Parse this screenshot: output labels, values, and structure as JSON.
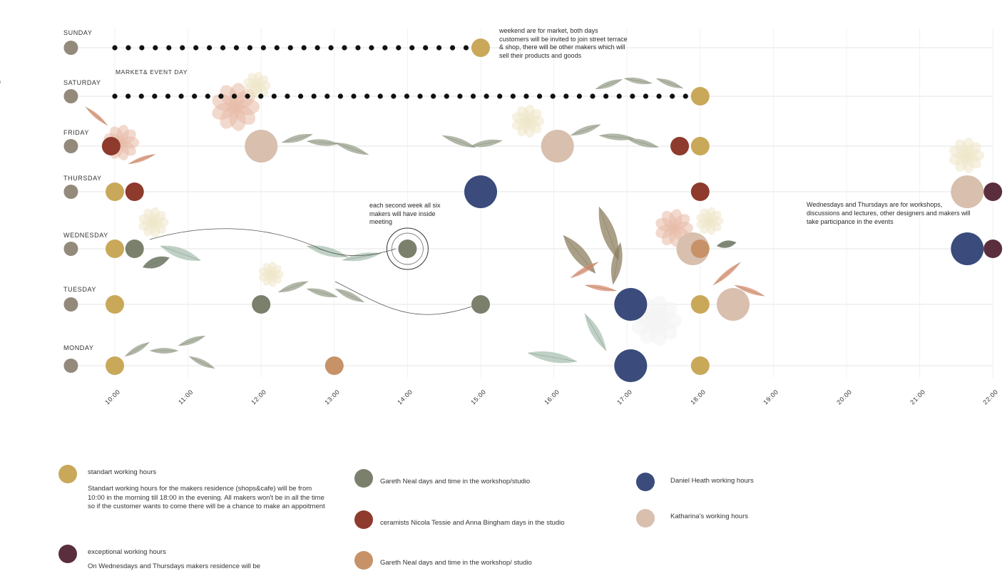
{
  "colors": {
    "standard": "#c9a85a",
    "gareth_green": "#7b806c",
    "ceramist": "#8e3a2c",
    "gareth_orange": "#c79267",
    "daniel": "#3a4b7c",
    "katharina": "#d8bfae",
    "exceptional": "#5b2e3d",
    "grey_start": "#948a7c",
    "gridline": "#e4e4e4"
  },
  "days": [
    "SUNDAY",
    "SATURDAY",
    "FRIDAY",
    "THURSDAY",
    "WEDNESDAY",
    "TUESDAY",
    "MONDAY"
  ],
  "times": [
    "10:00",
    "11:00",
    "12:00",
    "13:00",
    "14:00",
    "15:00",
    "16:00",
    "17:00",
    "18:00",
    "19:00",
    "20:00",
    "21:00",
    "22:00"
  ],
  "edge_fragment": "s",
  "annotations": {
    "market_day": "MARKET& EVENT DAY",
    "weekend_note": "weekend are for market, both days customers will be invited to join street terrace & shop, there will be other makers which will sell their products and goods",
    "meeting_note": "each second week all six makers will have inside meeting",
    "workshop_note": "Wednesdays and Thursdays are for workshops, discussions and lectures, other designers and makers will take participance in the events"
  },
  "legend": {
    "standard_label": "standart working hours",
    "standard_desc": "Standart working hours for the makers residence (shops&cafe) will be from 10:00 in the morning till 18:00 in the evening. All makers won't be in all the time so if the customer wants to come there will be a chance to make an appoitment",
    "exceptional_label": "exceptional working hours",
    "exceptional_desc": "On Wednesdays and Thursdays makers residence will be",
    "gareth_green_label": "Gareth Neal days and time in the workshop/studio",
    "ceramist_label": "ceramists Nicola Tessie and Anna Bingham days in the studio",
    "gareth_orange_label": "Gareth Neal days and time in the workshop/ studio",
    "daniel_label": "Daniel Heath working hours",
    "katharina_label": "Katharina's working hours"
  },
  "chart_data": {
    "type": "timeline",
    "rows": [
      "SUNDAY",
      "SATURDAY",
      "FRIDAY",
      "THURSDAY",
      "WEDNESDAY",
      "TUESDAY",
      "MONDAY"
    ],
    "x_axis": [
      "10:00",
      "11:00",
      "12:00",
      "13:00",
      "14:00",
      "15:00",
      "16:00",
      "17:00",
      "18:00",
      "19:00",
      "20:00",
      "21:00",
      "22:00"
    ],
    "events": [
      {
        "day": "SUNDAY",
        "time": 9.4,
        "category": "start",
        "size": "small"
      },
      {
        "day": "SUNDAY",
        "time": 15.0,
        "category": "standard",
        "size": "medium"
      },
      {
        "day": "SATURDAY",
        "time": 9.4,
        "category": "start",
        "size": "small"
      },
      {
        "day": "SATURDAY",
        "time": 18.0,
        "category": "standard",
        "size": "medium"
      },
      {
        "day": "FRIDAY",
        "time": 9.4,
        "category": "start",
        "size": "small"
      },
      {
        "day": "FRIDAY",
        "time": 9.95,
        "category": "ceramist",
        "size": "medium"
      },
      {
        "day": "FRIDAY",
        "time": 12.0,
        "category": "katharina",
        "size": "large"
      },
      {
        "day": "FRIDAY",
        "time": 16.05,
        "category": "katharina",
        "size": "large"
      },
      {
        "day": "FRIDAY",
        "time": 17.72,
        "category": "ceramist",
        "size": "medium"
      },
      {
        "day": "FRIDAY",
        "time": 18.0,
        "category": "standard",
        "size": "medium"
      },
      {
        "day": "THURSDAY",
        "time": 9.4,
        "category": "start",
        "size": "small"
      },
      {
        "day": "THURSDAY",
        "time": 10.0,
        "category": "standard",
        "size": "medium"
      },
      {
        "day": "THURSDAY",
        "time": 10.27,
        "category": "ceramist",
        "size": "medium"
      },
      {
        "day": "THURSDAY",
        "time": 15.0,
        "category": "daniel",
        "size": "large"
      },
      {
        "day": "THURSDAY",
        "time": 18.0,
        "category": "ceramist",
        "size": "medium"
      },
      {
        "day": "THURSDAY",
        "time": 21.65,
        "category": "katharina",
        "size": "large"
      },
      {
        "day": "THURSDAY",
        "time": 22.0,
        "category": "exceptional",
        "size": "medium"
      },
      {
        "day": "WEDNESDAY",
        "time": 9.4,
        "category": "start",
        "size": "small"
      },
      {
        "day": "WEDNESDAY",
        "time": 10.0,
        "category": "standard",
        "size": "medium"
      },
      {
        "day": "WEDNESDAY",
        "time": 10.27,
        "category": "gareth_green",
        "size": "medium"
      },
      {
        "day": "WEDNESDAY",
        "time": 14.0,
        "category": "gareth_green",
        "size": "medium"
      },
      {
        "day": "WEDNESDAY",
        "time": 17.9,
        "category": "katharina",
        "size": "large"
      },
      {
        "day": "WEDNESDAY",
        "time": 18.0,
        "category": "gareth_orange",
        "size": "medium"
      },
      {
        "day": "WEDNESDAY",
        "time": 21.65,
        "category": "daniel",
        "size": "large"
      },
      {
        "day": "WEDNESDAY",
        "time": 22.0,
        "category": "exceptional",
        "size": "medium"
      },
      {
        "day": "TUESDAY",
        "time": 9.4,
        "category": "start",
        "size": "small"
      },
      {
        "day": "TUESDAY",
        "time": 10.0,
        "category": "standard",
        "size": "medium"
      },
      {
        "day": "TUESDAY",
        "time": 12.0,
        "category": "gareth_green",
        "size": "medium"
      },
      {
        "day": "TUESDAY",
        "time": 15.0,
        "category": "gareth_green",
        "size": "medium"
      },
      {
        "day": "TUESDAY",
        "time": 17.05,
        "category": "daniel",
        "size": "large"
      },
      {
        "day": "TUESDAY",
        "time": 18.0,
        "category": "standard",
        "size": "medium"
      },
      {
        "day": "TUESDAY",
        "time": 18.45,
        "category": "katharina",
        "size": "large"
      },
      {
        "day": "MONDAY",
        "time": 9.4,
        "category": "start",
        "size": "small"
      },
      {
        "day": "MONDAY",
        "time": 10.0,
        "category": "standard",
        "size": "medium"
      },
      {
        "day": "MONDAY",
        "time": 13.0,
        "category": "gareth_orange",
        "size": "medium"
      },
      {
        "day": "MONDAY",
        "time": 17.05,
        "category": "daniel",
        "size": "large"
      },
      {
        "day": "MONDAY",
        "time": 18.0,
        "category": "standard",
        "size": "medium"
      }
    ],
    "dotted_rows": [
      {
        "day": "SUNDAY",
        "from": 10.0,
        "to": 14.8
      },
      {
        "day": "SATURDAY",
        "from": 10.0,
        "to": 17.8
      }
    ],
    "meeting": {
      "day": "WEDNESDAY",
      "time": 14.0
    }
  }
}
